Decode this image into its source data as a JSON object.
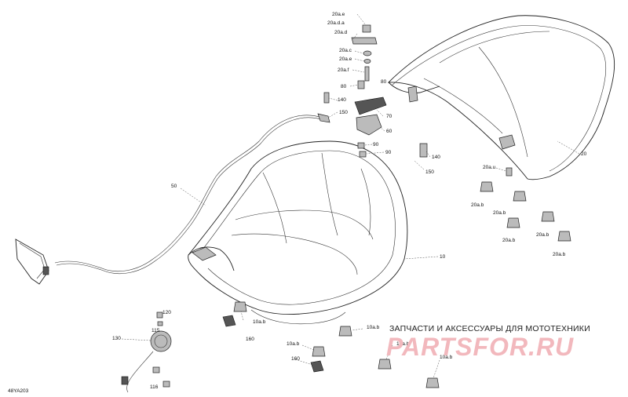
{
  "diagram_code": "48YA203",
  "watermark": {
    "banner": "ЗАПЧАСТИ И АКСЕССУАРЫ ДЛЯ МОТОТЕХНИКИ",
    "logo": "PARTSFOR.RU"
  },
  "callouts": {
    "c20a_e": "20a.e",
    "c20a_d_a": "20a.d.a",
    "c20a_d": "20a.d",
    "c20a_c": "20a.c",
    "c20a_e2": "20a.e",
    "c20a_f": "20a.f",
    "c80a": "80",
    "c80b": "80",
    "c140a": "140",
    "c70": "70",
    "c150a": "150",
    "c60": "60",
    "c90a": "90",
    "c90b": "90",
    "c140b": "140",
    "c150b": "150",
    "c20": "20",
    "c50": "50",
    "c20a_u": "20a.u",
    "c20a_b1": "20a.b",
    "c20a_b2": "20a.b",
    "c20a_b3": "20a.b",
    "c20a_b4": "20a.b",
    "c20a_b5": "20a.b",
    "c10": "10",
    "c120": "120",
    "c115": "115",
    "c130": "130",
    "c10a_b1": "10a.b",
    "c160a": "160",
    "c10a_b2": "10a.b",
    "c10a_b3": "10a.b",
    "c10a_b4": "10a.b",
    "c160b": "160",
    "c10a_b5": "10a.b",
    "c116": "116"
  }
}
